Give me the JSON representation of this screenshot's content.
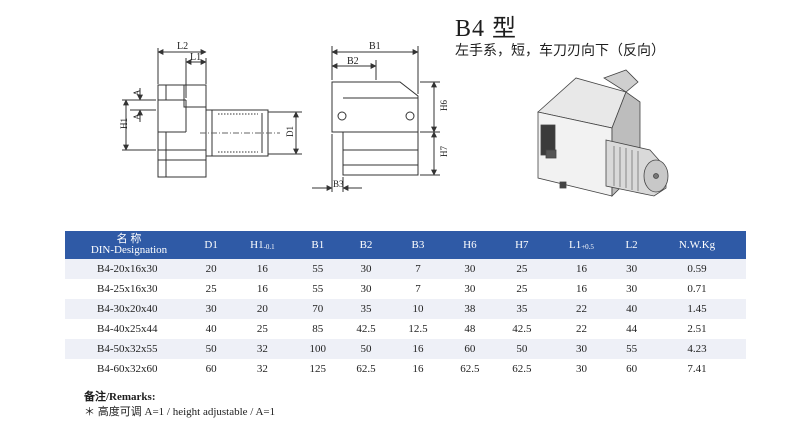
{
  "title": "B4 型",
  "subtitle": "左手系，短，车刀刃向下（反向）",
  "drawing_labels": {
    "l2": "L2",
    "l1": "L1",
    "a_top": "A",
    "a_bottom": "A",
    "h1": "H1",
    "d1": "D1",
    "b1": "B1",
    "b2": "B2",
    "b3": "B3",
    "h6": "H6",
    "h7": "H7"
  },
  "table": {
    "headers": [
      {
        "cn": "名 称",
        "en": "DIN-Designation"
      },
      {
        "main": "D1"
      },
      {
        "main": "H1",
        "sub": "-0.1"
      },
      {
        "main": "B1"
      },
      {
        "main": "B2"
      },
      {
        "main": "B3"
      },
      {
        "main": "H6"
      },
      {
        "main": "H7"
      },
      {
        "main": "L1",
        "sub": "+0.5"
      },
      {
        "main": "L2"
      },
      {
        "main": "N.W.Kg"
      }
    ],
    "rows": [
      [
        "B4-20x16x30",
        "20",
        "16",
        "55",
        "30",
        "7",
        "30",
        "25",
        "16",
        "30",
        "0.59"
      ],
      [
        "B4-25x16x30",
        "25",
        "16",
        "55",
        "30",
        "7",
        "30",
        "25",
        "16",
        "30",
        "0.71"
      ],
      [
        "B4-30x20x40",
        "30",
        "20",
        "70",
        "35",
        "10",
        "38",
        "35",
        "22",
        "40",
        "1.45"
      ],
      [
        "B4-40x25x44",
        "40",
        "25",
        "85",
        "42.5",
        "12.5",
        "48",
        "42.5",
        "22",
        "44",
        "2.51"
      ],
      [
        "B4-50x32x55",
        "50",
        "32",
        "100",
        "50",
        "16",
        "60",
        "50",
        "30",
        "55",
        "4.23"
      ],
      [
        "B4-60x32x60",
        "60",
        "32",
        "125",
        "62.5",
        "16",
        "62.5",
        "62.5",
        "30",
        "60",
        "7.41"
      ]
    ]
  },
  "remarks": {
    "label": "备注/Remarks:",
    "note": "＊ 高度可调 A=1   / height adjustable / A=1"
  }
}
